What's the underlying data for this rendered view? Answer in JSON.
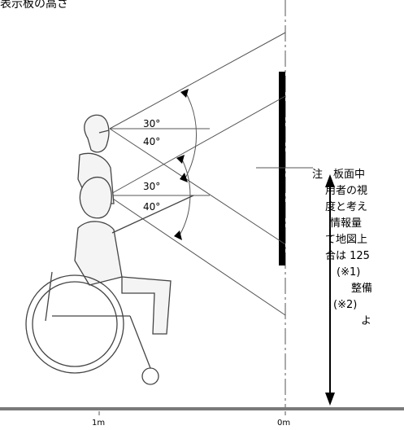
{
  "header": {
    "title": "表示板の高さ"
  },
  "angles": {
    "standing_upper": "30°",
    "standing_lower": "40°",
    "seated_upper": "30°",
    "seated_lower": "40°"
  },
  "axis": {
    "label_1m": "1m",
    "label_0m": "0m"
  },
  "note": {
    "lines": [
      "注　板面中",
      "用者の視",
      "度と考え",
      "情報量",
      "て地図上",
      "合は 125",
      "(※1)",
      "整備",
      "(※2)",
      "よ"
    ]
  },
  "colors": {
    "line": "#333333",
    "board": "#000000",
    "ground": "#7a7a7a"
  },
  "icons": {
    "standing-person": "standing-person-icon",
    "wheelchair-user": "wheelchair-user-icon"
  }
}
